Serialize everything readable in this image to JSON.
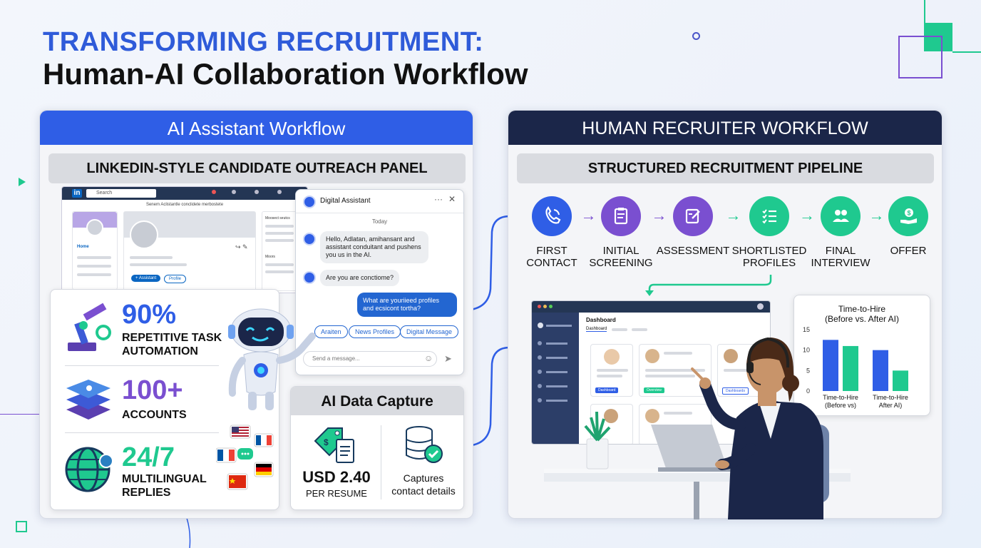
{
  "title": {
    "line1": "TRANSFORMING RECRUITMENT:",
    "line2": "Human-AI Collaboration Workflow"
  },
  "left_panel": {
    "header": "AI Assistant Workflow",
    "subheader": "LINKEDIN-STYLE CANDIDATE OUTREACH PANEL",
    "linkedin": {
      "logo": "in",
      "search_placeholder": "Search",
      "headline": "Senem Aclistantle conclidete merbostete",
      "nav_home": "Home",
      "btn_assistant": "+ Assistant",
      "btn_profile": "Profile",
      "side_title": "Moosect seutcs",
      "side_more": "Moors"
    },
    "chat": {
      "title": "Digital Assistant",
      "date": "Today",
      "msg1": "Hello, Adlatan, amihansant and assistant conduitant and pushens you us in the AI.",
      "msg2": "Are you are conctiome?",
      "msg3": "What are youriieed profiles and ecsicont tortha?",
      "chips": [
        "Araiten",
        "News Profiles",
        "Digital Message"
      ],
      "input_placeholder": "Send a message..."
    },
    "stats": [
      {
        "value": "90%",
        "label": "REPETITIVE TASK AUTOMATION",
        "color": "#2f5ee6"
      },
      {
        "value": "100+",
        "label": "ACCOUNTS",
        "color": "#7a4fd0"
      },
      {
        "value": "24/7",
        "label": "MULTILINGUAL REPLIES",
        "color": "#1fc98f"
      }
    ],
    "capture": {
      "title": "AI Data Capture",
      "price": "USD 2.40",
      "price_unit": "PER RESUME",
      "captures_line1": "Captures",
      "captures_line2": "contact details"
    }
  },
  "right_panel": {
    "header": "HUMAN RECRUITER WORKFLOW",
    "subheader": "STRUCTURED RECRUITMENT PIPELINE",
    "stages": [
      {
        "line1": "FIRST",
        "line2": "CONTACT",
        "color": "#2f5ee6",
        "icon": "phone-icon"
      },
      {
        "line1": "INITIAL",
        "line2": "SCREENING",
        "color": "#7a4fd0",
        "icon": "clipboard-icon"
      },
      {
        "line1": "ASSESSMENT",
        "line2": "",
        "color": "#7a4fd0",
        "icon": "edit-icon"
      },
      {
        "line1": "SHORTLISTED",
        "line2": "PROFILES",
        "color": "#1fc98f",
        "icon": "checklist-icon"
      },
      {
        "line1": "FINAL",
        "line2": "INTERVIEW",
        "color": "#1fc98f",
        "icon": "people-icon"
      },
      {
        "line1": "OFFER",
        "line2": "",
        "color": "#1fc98f",
        "icon": "money-hand-icon"
      }
    ],
    "dashboard": {
      "title": "Dashboard",
      "tab": "Dashboard",
      "btn1": "Dashboard",
      "btn2": "Overview",
      "btn3": "Dashboards"
    }
  },
  "chart_data": {
    "type": "bar",
    "title_line1": "Time-to-Hire",
    "title_line2": "(Before vs. After AI)",
    "categories": [
      {
        "line1": "Time-to-Hire",
        "line2": "(Before vs)"
      },
      {
        "line1": "Time-to-Hire",
        "line2": "After AI)"
      }
    ],
    "series": [
      {
        "values": [
          12.5,
          10
        ],
        "color": "#2f5ee6"
      },
      {
        "values": [
          11,
          5
        ],
        "color": "#1fc98f"
      }
    ],
    "yticks": [
      "15",
      "10",
      "5",
      "0"
    ],
    "ylim": [
      0,
      15
    ],
    "grid": false
  }
}
